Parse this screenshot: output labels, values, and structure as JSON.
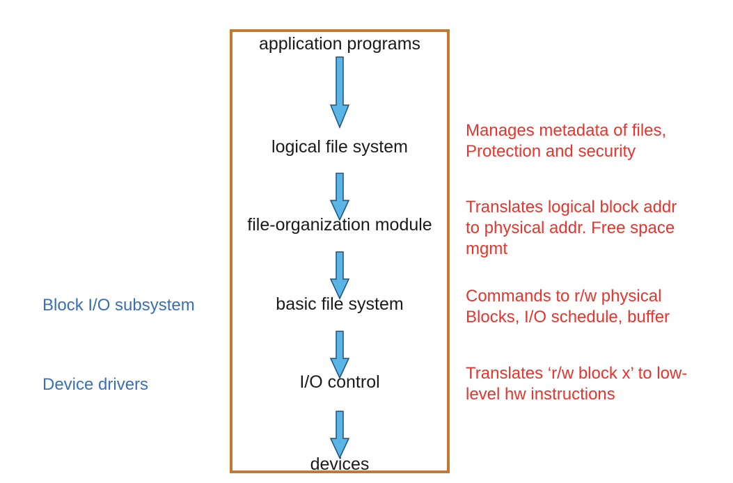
{
  "layers": [
    "application programs",
    "logical file system",
    "file-organization module",
    "basic file system",
    "I/O control",
    "devices"
  ],
  "right_notes": [
    {
      "lines": [
        "Manages metadata of files,",
        "Protection and security"
      ]
    },
    {
      "lines": [
        "Translates logical block addr",
        "to physical addr. Free space",
        "mgmt"
      ]
    },
    {
      "lines": [
        "Commands to r/w physical",
        "Blocks, I/O schedule, buffer"
      ]
    },
    {
      "lines": [
        "Translates ‘r/w block x’ to low-",
        "level hw instructions"
      ]
    }
  ],
  "left_notes": [
    "Block I/O subsystem",
    "Device drivers"
  ],
  "colors": {
    "frame": "#c07a34",
    "arrow_fill": "#5ab4e6",
    "right_notes": "#e8342c",
    "left_notes": "#3a6fb5"
  }
}
